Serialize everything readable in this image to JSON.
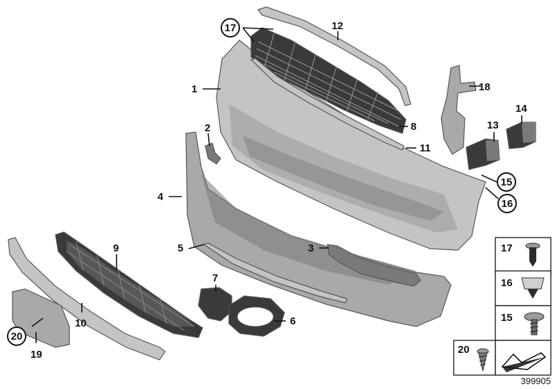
{
  "diagram_id": "399905",
  "callouts": {
    "c1": "1",
    "c2": "2",
    "c3": "3",
    "c4": "4",
    "c5": "5",
    "c6": "6",
    "c7": "7",
    "c8": "8",
    "c9": "9",
    "c10": "10",
    "c11": "11",
    "c12": "12",
    "c13": "13",
    "c14": "14",
    "c15": "15",
    "c16": "16",
    "c17": "17",
    "c18": "18",
    "c19": "19",
    "c20": "20"
  },
  "fasteners_panel": {
    "items": [
      {
        "number": "17",
        "icon": "clip-rivet-icon"
      },
      {
        "number": "16",
        "icon": "spreader-nut-icon"
      },
      {
        "number": "15",
        "icon": "screw-washer-icon"
      },
      {
        "number": "20",
        "icon": "screw-icon"
      }
    ],
    "footer_icon": "arrow-direction-icon"
  }
}
